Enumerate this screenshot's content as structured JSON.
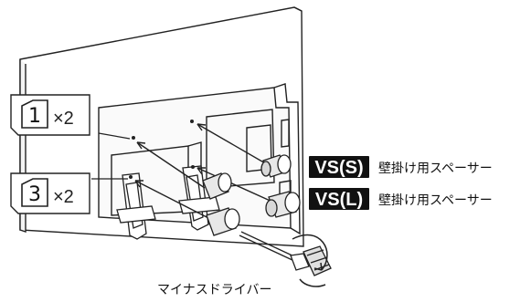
{
  "callouts": [
    {
      "number": "1",
      "multiplier": "×2"
    },
    {
      "number": "3",
      "multiplier": "×2"
    }
  ],
  "spacers": [
    {
      "code": "VS(S)",
      "label": "壁掛け用スペーサー"
    },
    {
      "code": "VS(L)",
      "label": "壁掛け用スペーサー"
    }
  ],
  "tool_label": "マイナスドライバー",
  "colors": {
    "line": "#222222",
    "badge_bg": "#111111",
    "badge_text": "#ffffff"
  }
}
